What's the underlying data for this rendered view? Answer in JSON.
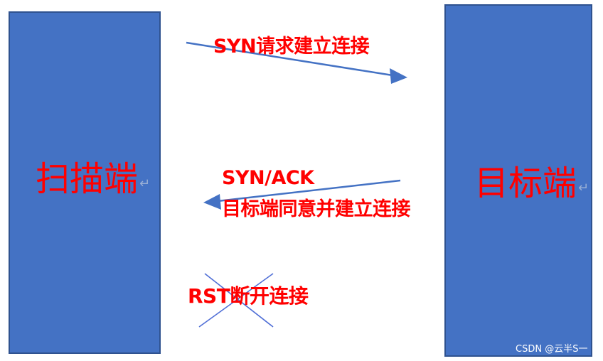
{
  "nodes": {
    "scanner": {
      "label": "扫描端"
    },
    "target": {
      "label": "目标端"
    },
    "paragraph_mark": "↵"
  },
  "messages": {
    "syn": "SYN请求建立连接",
    "synack_line1": "SYN/ACK",
    "synack_line2": "目标端同意并建立连接",
    "rst": "RST断开连接"
  },
  "watermark": "CSDN @云半S一",
  "colors": {
    "box_fill": "#4472c4",
    "box_border": "#2f528f",
    "label_red": "#ff0000",
    "arrow_blue": "#4472c4",
    "cross_blue": "#4f6ed6"
  },
  "icons": {
    "syn_arrow": "arrow-right",
    "synack_arrow": "arrow-left",
    "rst_cross": "cross-out"
  }
}
